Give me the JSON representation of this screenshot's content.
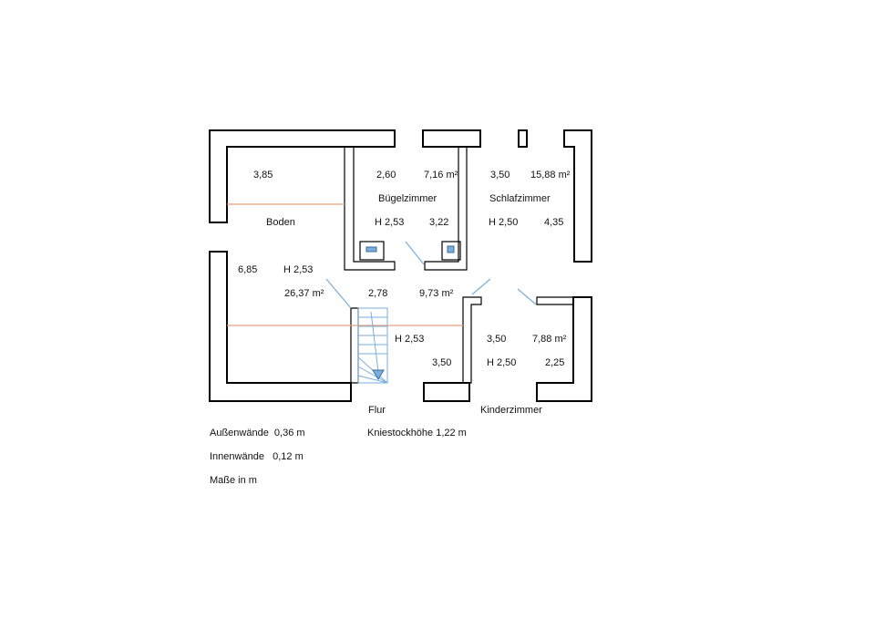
{
  "rooms": {
    "boden": {
      "name": "Boden",
      "width_label": "3,85",
      "depth_label": "6,85",
      "height_label": "H 2,53",
      "area_label": "26,37 m²"
    },
    "buegelzimmer": {
      "name": "Bügelzimmer",
      "width_label": "2,60",
      "area_label": "7,16 m²",
      "height_label": "H 2,53",
      "depth_label": "3,22"
    },
    "schlafzimmer": {
      "name": "Schlafzimmer",
      "width_label": "3,50",
      "area_label": "15,88 m²",
      "height_label": "H 2,50",
      "depth_label": "4,35"
    },
    "flur": {
      "name": "Flur",
      "width_label": "2,78",
      "area_label": "9,73 m²",
      "height_label": "H 2,53",
      "depth_label": "3,50"
    },
    "kinderzimmer": {
      "name": "Kinderzimmer",
      "width_label": "3,50",
      "area_label": "7,88 m²",
      "height_label": "H 2,50",
      "depth_label": "2,25"
    }
  },
  "kniestock": "Kniestockhöhe 1,22 m",
  "legend": {
    "outer_walls": "Außenwände  0,36 m",
    "inner_walls": "Innenwände   0,12 m",
    "units": "Maße in m"
  },
  "colors": {
    "walls": "#000000",
    "axis_lines": "#e8a07c",
    "doors_stairs": "#7aaedb"
  }
}
